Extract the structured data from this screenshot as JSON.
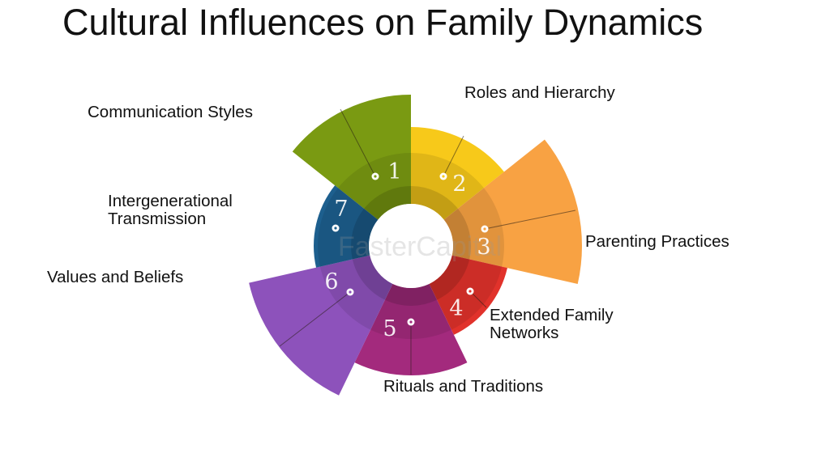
{
  "title": "Cultural Influences on Family Dynamics",
  "watermark": "FasterCapital",
  "segments": [
    {
      "number": "1",
      "label": "Communication Styles",
      "color": "#7a9a12"
    },
    {
      "number": "2",
      "label": "Roles and Hierarchy",
      "color": "#f7c91a"
    },
    {
      "number": "3",
      "label": "Parenting Practices",
      "color": "#f8a243"
    },
    {
      "number": "4",
      "label_lines": [
        "Extended Family",
        "Networks"
      ],
      "color": "#e1322b"
    },
    {
      "number": "5",
      "label": "Rituals and Traditions",
      "color": "#a32a7d"
    },
    {
      "number": "6",
      "label": "Values and Beliefs",
      "color": "#8d52bb"
    },
    {
      "number": "7",
      "label_lines": [
        "Intergenerational",
        "Transmission"
      ],
      "color": "#1d5f8e"
    }
  ]
}
